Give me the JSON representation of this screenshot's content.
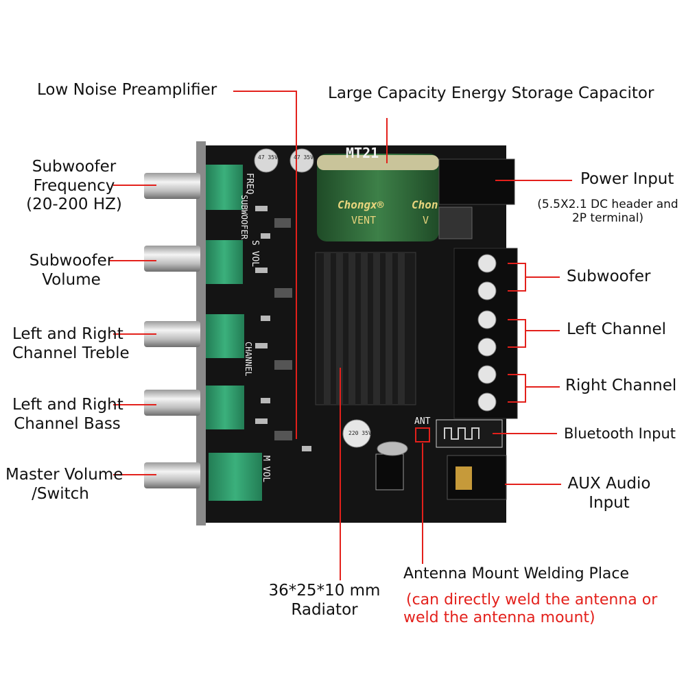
{
  "colors": {
    "leader": "#e3201b",
    "board": "#141414",
    "potentiometer": "#2e9b6a",
    "capacitor": "#2f6b3a",
    "accent_text": "#e3201b"
  },
  "board": {
    "model": "MT21",
    "capacitor_brand_1": "Chongx®",
    "capacitor_vent_1": "VENT",
    "capacitor_brand_2": "Chon",
    "capacitor_vent_2": "V",
    "silk_freq": "FREQ",
    "silk_subwoofer": "SUBWOOFER",
    "silk_svol": "S VOL",
    "silk_channel": "CHANNEL",
    "silk_mvol": "M VOL",
    "silk_ant": "ANT",
    "small_cap_1": "47 35V",
    "small_cap_2": "47 35V",
    "small_cap_3": "220 35V"
  },
  "labels": {
    "preamp": "Low Noise Preamplifier",
    "capacitor": "Large Capacity Energy Storage Capacitor",
    "sub_freq": [
      "Subwoofer",
      "Frequency",
      "(20-200 HZ)"
    ],
    "sub_vol": [
      "Subwoofer",
      "Volume"
    ],
    "treble": [
      "Left and Right",
      "Channel Treble"
    ],
    "bass": [
      "Left and Right",
      "Channel Bass"
    ],
    "master": [
      "Master Volume",
      "/Switch"
    ],
    "power": "Power Input",
    "power_note": [
      "(5.5X2.1 DC header and",
      "2P terminal)"
    ],
    "subwoofer": "Subwoofer",
    "left": "Left Channel",
    "right": "Right Channel",
    "bluetooth": "Bluetooth Input",
    "aux": [
      "AUX Audio",
      "Input"
    ],
    "radiator": [
      "36*25*10 mm",
      "Radiator"
    ],
    "antenna": "Antenna Mount Welding Place",
    "antenna_note": [
      "(can directly weld the antenna or",
      "weld the antenna mount)"
    ]
  }
}
